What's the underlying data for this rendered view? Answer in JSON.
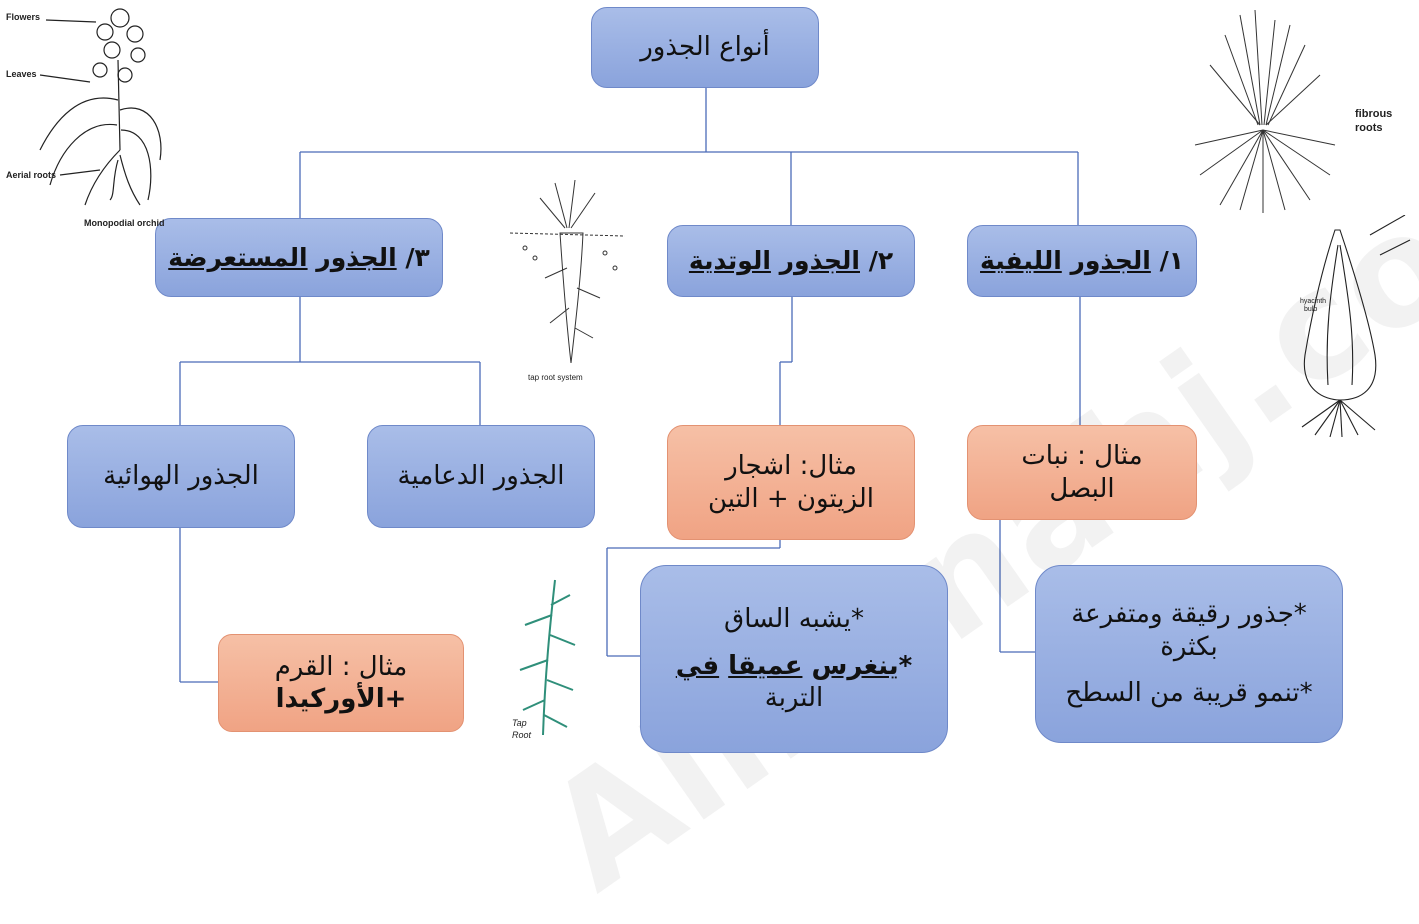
{
  "diagram": {
    "root": "أنواع الجذور",
    "types": {
      "fibrous": {
        "num": "١/ ",
        "w1": "الجذور",
        "w2": "الليفية"
      },
      "taproot": {
        "num": "٢/ ",
        "w1": "الجذور",
        "w2": "الوتدية"
      },
      "adventitious": {
        "num": "٣/ ",
        "w1": "الجذور",
        "w2": "المستعرضة"
      }
    },
    "fibrous_example": [
      "مثال : نبات",
      "البصل"
    ],
    "fibrous_notes": [
      "*جذور رقيقة ومتفرعة",
      "بكثرة",
      "*تنمو قريبة من السطح"
    ],
    "taproot_example": [
      "مثال:  اشجار",
      "الزيتون + التين"
    ],
    "taproot_notes": {
      "line1": "*يشبه الساق",
      "star": "*",
      "w1": "ينغرس",
      "w2": "عميقا",
      "w3": "في",
      "line3": "التربة"
    },
    "support_roots": "الجذور الدعامية",
    "aerial_roots": "الجذور الهوائية",
    "aerial_example": [
      "مثال : القرم",
      "+الأوركيدا"
    ]
  },
  "illustrations": {
    "orchid": {
      "flowers": "Flowers",
      "leaves": "Leaves",
      "aerial": "Aerial roots",
      "caption": "Monopodial orchid"
    },
    "fibrous": {
      "caption1": "fibrous",
      "caption2": "roots"
    },
    "bulb": {
      "caption1": "hyacinth",
      "caption2": "bulb"
    },
    "taproot": {
      "caption": "tap root system"
    },
    "tap": {
      "caption1": "Tap",
      "caption2": "Root"
    }
  },
  "colors": {
    "blue_box": "#8aa3dc",
    "orange_box": "#f0a384",
    "connector": "#4a6bb8"
  }
}
